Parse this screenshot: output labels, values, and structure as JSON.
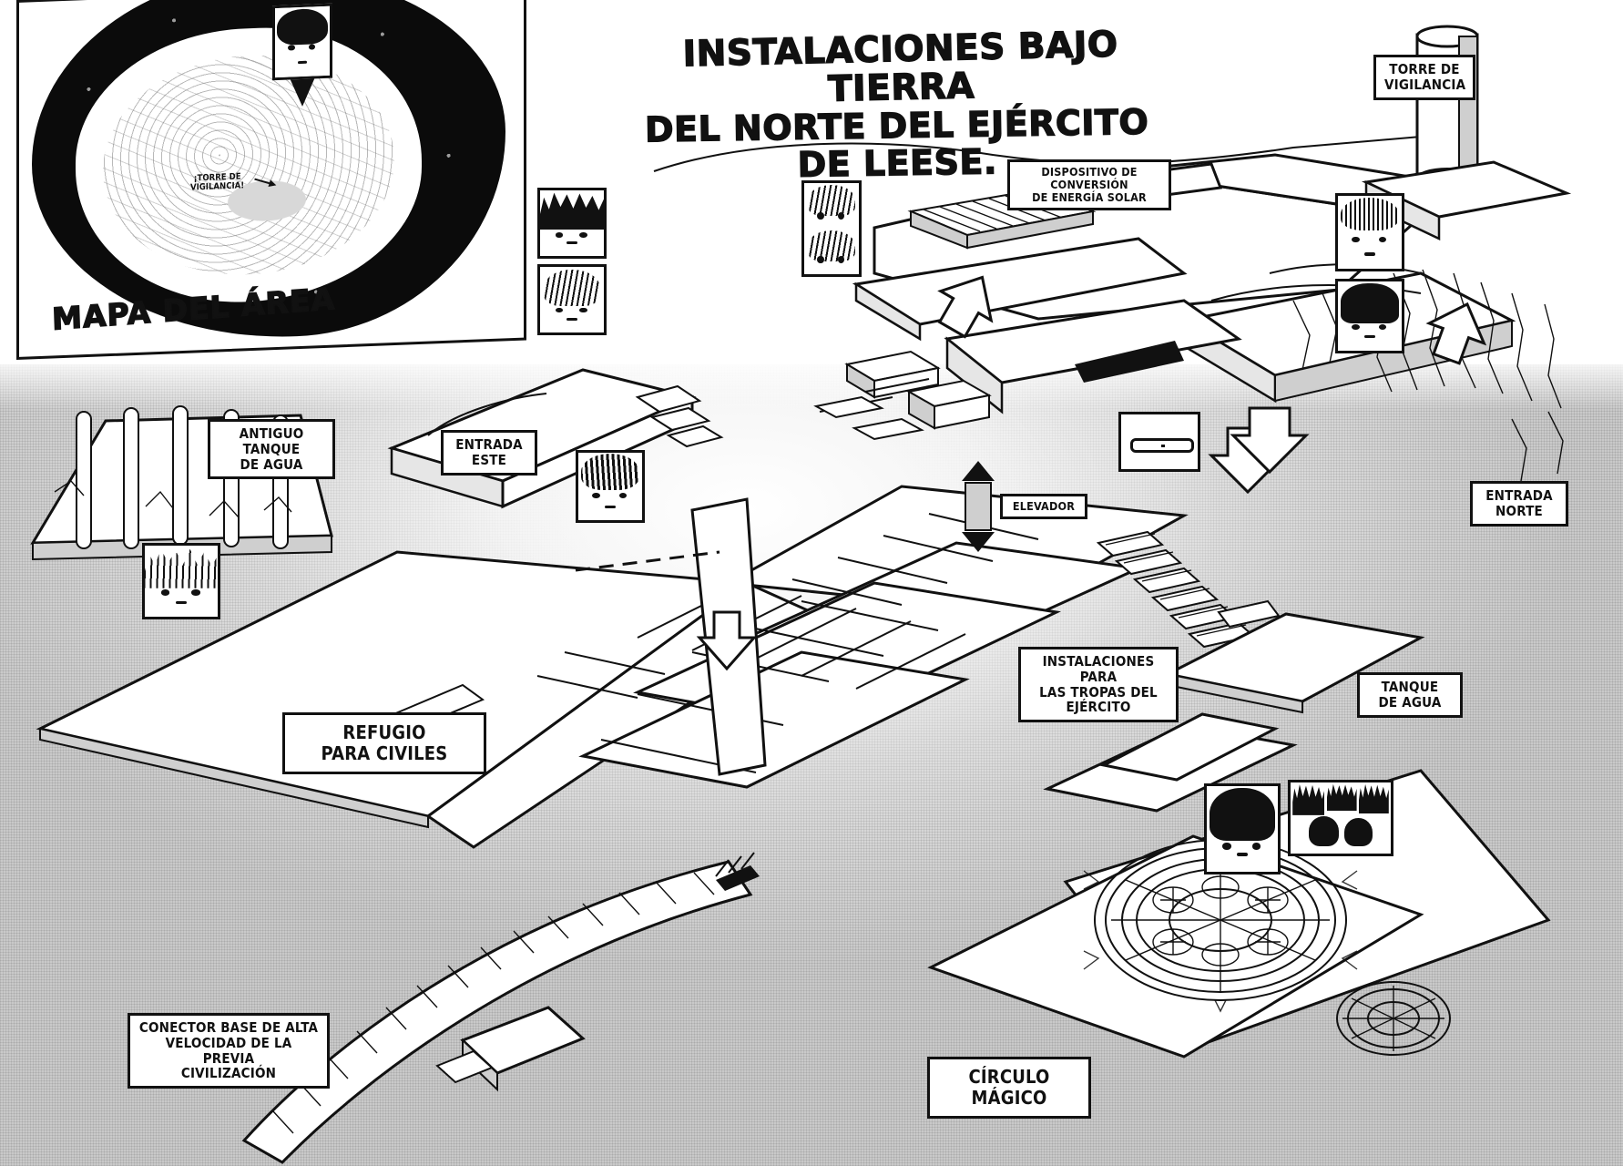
{
  "title": {
    "line1": "INSTALACIONES BAJO TIERRA",
    "line2": "DEL NORTE DEL EJÉRCITO DE LEESE."
  },
  "inset_map": {
    "caption": "MAPA DEL ÁREA",
    "tower_note": "¡TORRE DE\nVIGILANCIA!"
  },
  "labels": {
    "watch_tower": "TORRE DE\nVIGILANCIA",
    "solar_converter": "DISPOSITIVO DE CONVERSIÓN\nDE ENERGÍA SOLAR",
    "north_entrance": "ENTRADA\nNORTE",
    "east_entrance": "ENTRADA\nESTE",
    "elevator": "ELEVADOR",
    "old_water_tank": "ANTIGUO TANQUE\nDE AGUA",
    "civilian_shelter": "REFUGIO\nPARA CIVILES",
    "army_troop_facilities": "INSTALACIONES PARA\nLAS TROPAS DEL EJÉRCITO",
    "water_tank": "TANQUE\nDE AGUA",
    "magic_circle": "CÍRCULO MÁGICO",
    "highspeed_connector": "CONECTOR BASE DE ALTA\nVELOCIDAD DE LA PREVIA\nCIVILIZACIÓN"
  },
  "portraits": [
    {
      "id": "portrait-spiky-hair-boy",
      "style": "spiky-dark"
    },
    {
      "id": "portrait-light-hair-boy",
      "style": "light-messy"
    },
    {
      "id": "portrait-twin-girls",
      "style": "two-girls"
    },
    {
      "id": "portrait-twin-tail-girl",
      "style": "twin-tail"
    },
    {
      "id": "portrait-long-hair-girl",
      "style": "long-dark"
    },
    {
      "id": "portrait-glasses",
      "style": "glasses-only"
    },
    {
      "id": "portrait-bangs-girl",
      "style": "bangs-dark"
    },
    {
      "id": "portrait-spiky-hair-man",
      "style": "spiky-light"
    },
    {
      "id": "portrait-short-hair-girl",
      "style": "short-dark"
    },
    {
      "id": "portrait-group-three",
      "style": "group"
    }
  ],
  "colors": {
    "ink": "#111111",
    "paper": "#ffffff",
    "ground_light": "#f4f4f4",
    "ground_dark": "#c9c9c9"
  }
}
